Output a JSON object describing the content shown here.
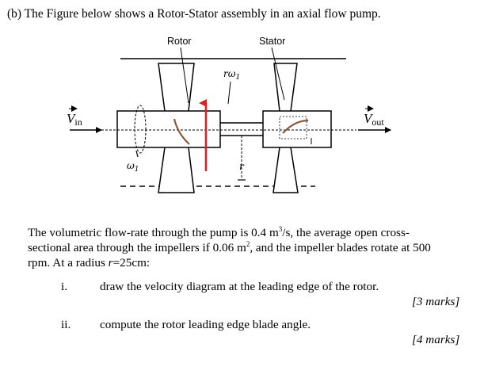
{
  "question": {
    "title": "(b) The Figure below shows a Rotor-Stator assembly in an axial flow pump."
  },
  "figure": {
    "rotor_label": "Rotor",
    "stator_label": "Stator",
    "r_omega_label": "rω",
    "r_omega_subscript": "1",
    "omega_label": "ω",
    "omega_subscript": "1",
    "r_label": "r",
    "v_in_label": "V",
    "v_in_subscript": "in",
    "v_out_label": "V",
    "v_out_subscript": "out"
  },
  "body": {
    "line1_a": "The volumetric flow-rate through the pump is 0.4 m",
    "line1_sup": "3",
    "line1_b": "/s, the average open cross-",
    "line2_a": "sectional area through the impellers if 0.06 m",
    "line2_sup": "2",
    "line2_b": ", and the impeller blades rotate at 500",
    "line3_a": "rpm. At a radius ",
    "line3_r": "r",
    "line3_b": "=25cm:"
  },
  "items": [
    {
      "number": "i.",
      "text": "draw the velocity diagram at the leading edge of the rotor.",
      "marks": "[3 marks]"
    },
    {
      "number": "ii.",
      "text": "compute the rotor leading edge blade angle.",
      "marks": "[4 marks]"
    }
  ],
  "colors": {
    "ink": "#000000",
    "red_arrow": "#e0201b",
    "blade_curve": "#8a5a3c"
  }
}
